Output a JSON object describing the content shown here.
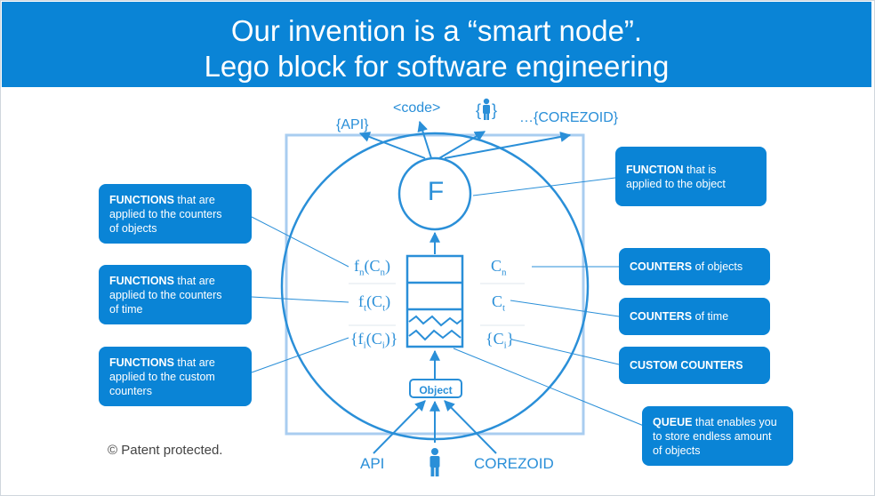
{
  "title": {
    "line1": "Our invention is a “smart node”.",
    "line2": "Lego block for software engineering"
  },
  "outputs": {
    "api": "{API}",
    "code": "<code>",
    "user_icon": "person-icon",
    "corezoid": "…{COREZOID}"
  },
  "node": {
    "function_letter": "F",
    "object_label": "Object"
  },
  "left_formulas": {
    "fn": {
      "base": "f",
      "sub1": "n",
      "mid": "(C",
      "sub2": "n",
      "end": ")"
    },
    "ft": {
      "base": "f",
      "sub1": "t",
      "mid": "(C",
      "sub2": "t",
      "end": ")"
    },
    "fi": {
      "base": "{f",
      "sub1": "i",
      "mid": "(C",
      "sub2": "i",
      "end": ")}"
    }
  },
  "right_formulas": {
    "cn": {
      "base": "C",
      "sub": "n"
    },
    "ct": {
      "base": "C",
      "sub": "t"
    },
    "ci": {
      "base": "{C",
      "sub": "i",
      "end": "}"
    }
  },
  "inputs": {
    "api": "API",
    "corezoid": "COREZOID",
    "user_icon": "person-icon"
  },
  "callouts": {
    "left1": {
      "bold": "FUNCTIONS",
      "rest1": " that are",
      "rest2": "applied to the counters",
      "rest3": "of objects"
    },
    "left2": {
      "bold": "FUNCTIONS",
      "rest1": " that are",
      "rest2": "applied to the counters",
      "rest3": "of time"
    },
    "left3": {
      "bold": "FUNCTIONS",
      "rest1": " that are",
      "rest2": "applied to the custom",
      "rest3": "counters"
    },
    "right_function": {
      "bold": "FUNCTION",
      "rest1": " that is",
      "rest2": "applied to the object"
    },
    "right_counters_objects": {
      "bold": "COUNTERS",
      "rest1": " of objects"
    },
    "right_counters_time": {
      "bold": "COUNTERS",
      "rest1": " of time"
    },
    "right_custom": {
      "bold": "CUSTOM COUNTERS"
    },
    "right_queue": {
      "bold": "QUEUE",
      "rest1": " that enables you",
      "rest2": "to store endless amount",
      "rest3": "of objects"
    }
  },
  "footer": {
    "patent": "© Patent protected."
  },
  "colors": {
    "brand_blue": "#0a84d6",
    "line_blue": "#2a8fd8",
    "frame_blue": "#a9cdf0"
  }
}
